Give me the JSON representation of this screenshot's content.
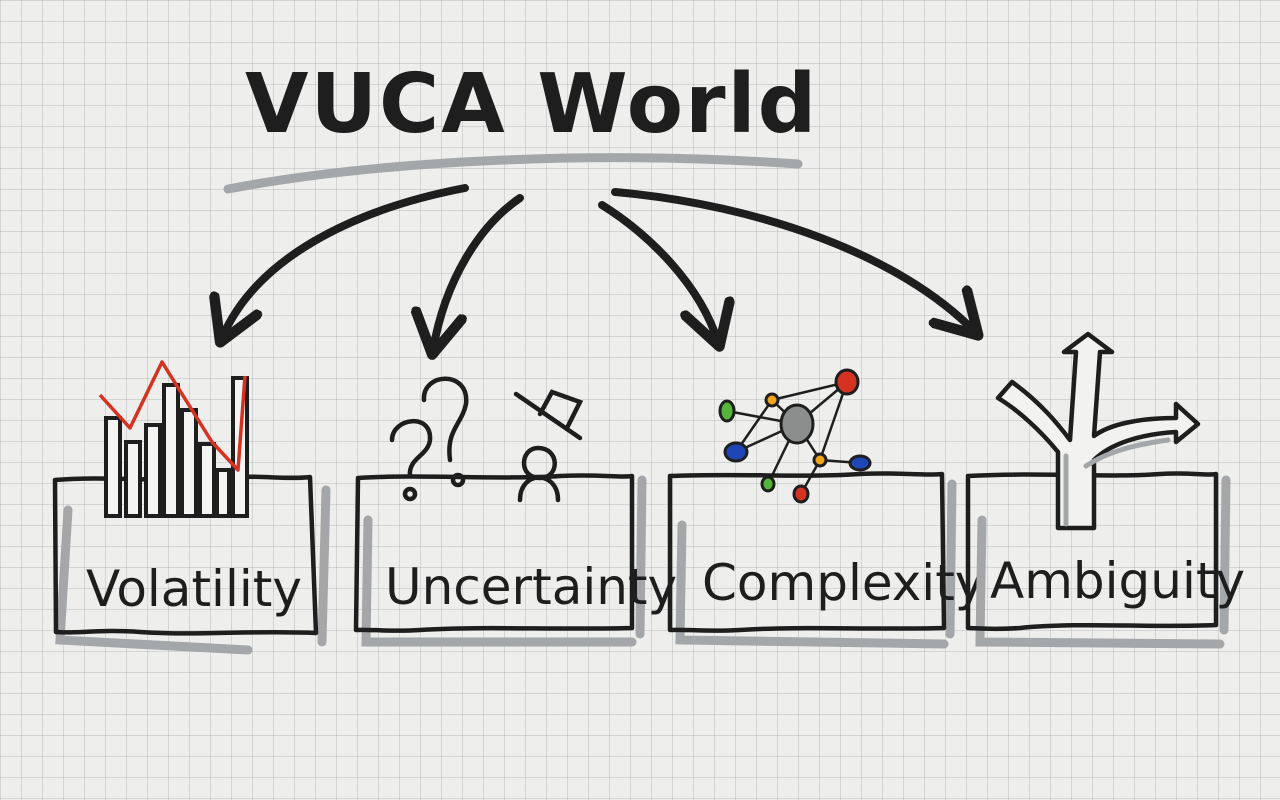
{
  "diagram": {
    "title": "VUCA World",
    "categories": [
      {
        "label": "Volatility",
        "icon": "bar-chart-icon"
      },
      {
        "label": "Uncertainty",
        "icon": "question-person-icon"
      },
      {
        "label": "Complexity",
        "icon": "network-icon"
      },
      {
        "label": "Ambiguity",
        "icon": "fork-road-icon"
      }
    ]
  },
  "colors": {
    "ink": "#1e1e1e",
    "shadow": "#a4a7a9",
    "red": "#d63222",
    "blue": "#1e46b4",
    "green": "#55b43a",
    "orange": "#f2a31c",
    "gray": "#8c8e8d"
  }
}
